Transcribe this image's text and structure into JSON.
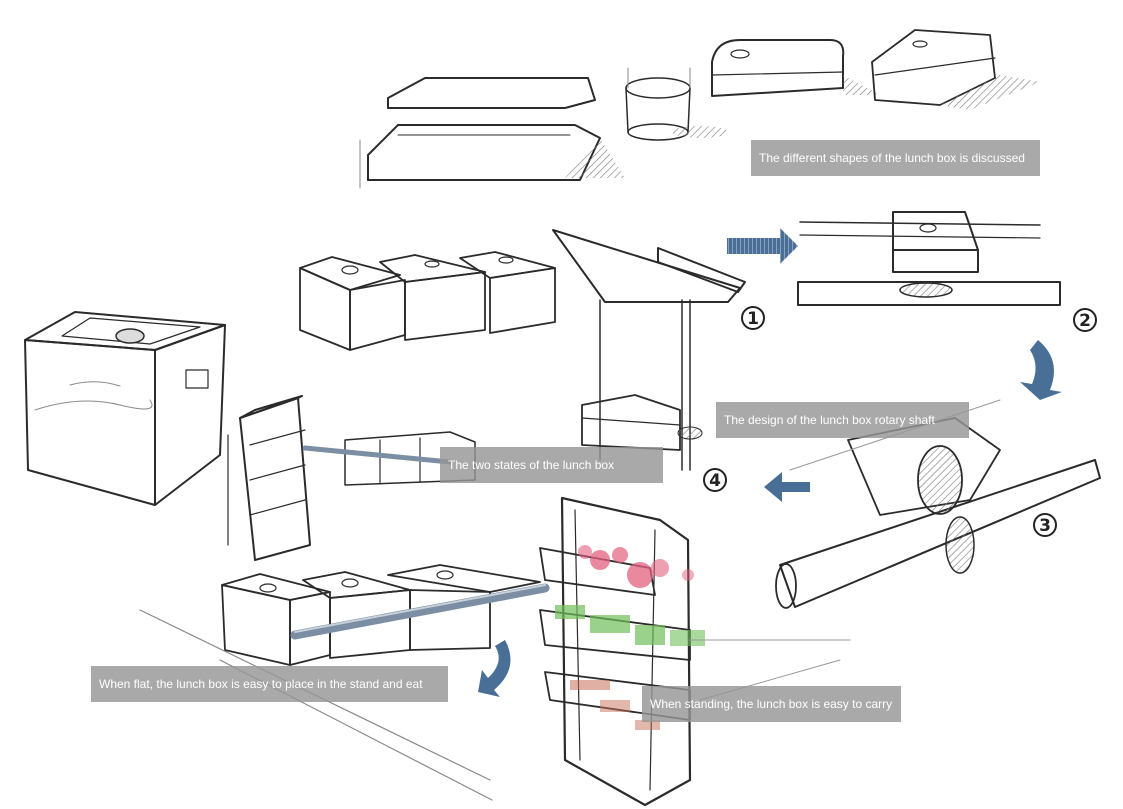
{
  "captions": {
    "shapes": "The different shapes of the lunch box is discussed",
    "rotary": "The design of the lunch box rotary shaft",
    "states": "The two states of the lunch box",
    "flat": "When flat, the lunch box is easy to place in the stand and eat",
    "standing": "When standing, the lunch box is easy to carry"
  },
  "steps": [
    "1",
    "2",
    "3",
    "4"
  ],
  "colors": {
    "caption_bg": "#969696",
    "arrow": "#4a6f96",
    "shaft": "#7b8ea3",
    "food_pink": "#e2607f",
    "food_green": "#6fbf5a",
    "food_red": "#c8705a"
  }
}
